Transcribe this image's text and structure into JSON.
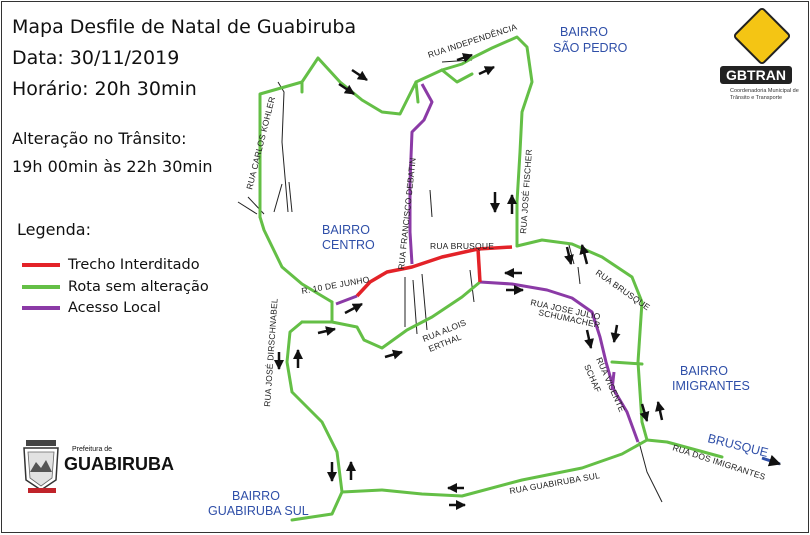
{
  "header": {
    "title": "Mapa Desfile de Natal de Guabiruba",
    "date": "Data: 30/11/2019",
    "time": "Horário: 20h 30min"
  },
  "traffic": {
    "title": "Alteração no Trânsito:",
    "period": "19h 00min às 22h 30min"
  },
  "legend": {
    "title": "Legenda:",
    "items": [
      {
        "label": "Trecho Interditado",
        "color": "#e32228"
      },
      {
        "label": "Rota sem alteração",
        "color": "#64bf46"
      },
      {
        "label": "Acesso Local",
        "color": "#8b3aa6"
      }
    ]
  },
  "streets": {
    "independencia": "RUA INDEPENDÊNCIA",
    "carlos_kohler": "RUA CARLOS KOHLER",
    "francisco_debatin": "RUA FRANCISCO DEBATIN",
    "jose_fischer": "RUA JOSÉ FISCHER",
    "brusque_center": "RUA BRUSQUE",
    "brusque_east": "RUA BRUSQUE",
    "dez_junho": "R. 10 DE JUNHO",
    "alois": "RUA ALOIS",
    "erthal": "ERTHAL",
    "jose_julio": "RUA JOSE JULIO",
    "schumacher": "SCHUMACHER",
    "vicente": "RUA VICENTE",
    "schaf": "SCHAF",
    "jose_dirschnabel": "RUA JOSÉ DIRSCHNABEL",
    "guabiruba_sul": "RUA GUABIRUBA SUL",
    "imigrantes": "RUA DOS IMIGRANTES"
  },
  "bairros": {
    "sao_pedro_1": "BAIRRO",
    "sao_pedro_2": "SÃO PEDRO",
    "centro_1": "BAIRRO",
    "centro_2": "CENTRO",
    "imigrantes_1": "BAIRRO",
    "imigrantes_2": "IMIGRANTES",
    "guabiruba_sul_1": "BAIRRO",
    "guabiruba_sul_2": "GUABIRUBA SUL",
    "brusque_dest": "BRUSQUE"
  },
  "logos": {
    "prefeitura_pre": "Prefeitura de",
    "prefeitura": "GUABIRUBA",
    "gbtran": "GBTRAN",
    "gbtran_sub": "Coordenadoria Municipal de Trânsito e Transporte"
  },
  "colors": {
    "closed": "#e32228",
    "open": "#64bf46",
    "local": "#8b3aa6",
    "bairro_label": "#2f4fa8"
  }
}
